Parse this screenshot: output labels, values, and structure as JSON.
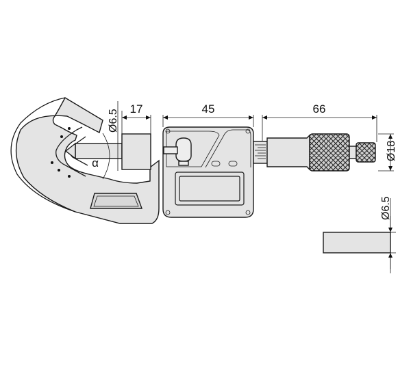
{
  "dimensions": {
    "anvil_length": "17",
    "body_length": "45",
    "sleeve_length": "66",
    "spindle_diameter": "Ø6.5",
    "thimble_diameter": "Ø18",
    "detail_diameter": "Ø6.5",
    "v_angle": "α"
  },
  "colors": {
    "body_fill": "#e4e4e4",
    "ink": "#1a1a1a",
    "background": "#ffffff"
  }
}
